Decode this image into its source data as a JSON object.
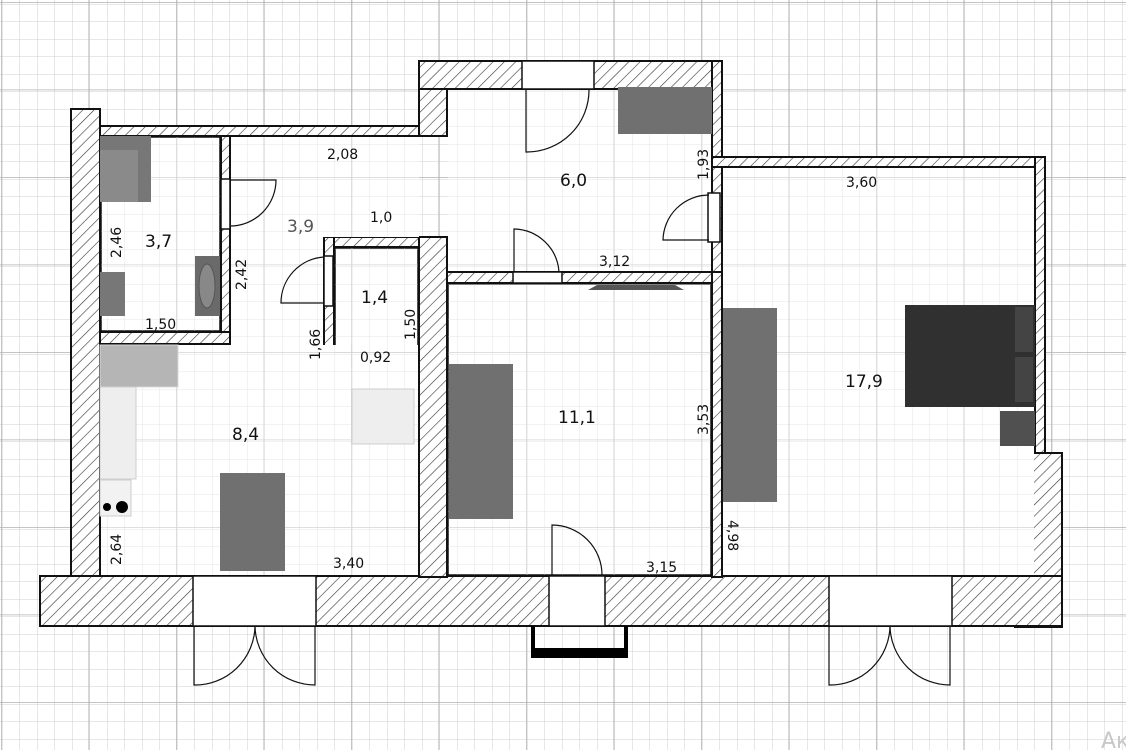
{
  "plan": {
    "type": "apartment-floor-plan",
    "units": "m / m²",
    "colors": {
      "wall_stroke": "#111111",
      "hatch": "#333333",
      "grid_minor": "#cfcfcf",
      "grid_major": "#b0b0b0",
      "furniture_dark": "#707070",
      "furniture_black": "#303030"
    },
    "rooms": [
      {
        "id": "bathroom",
        "area": "3,7",
        "dims": {
          "height": "2,46",
          "width": "1,50",
          "side": "2,42"
        }
      },
      {
        "id": "hallway",
        "area": "3,9",
        "dims": {
          "top": "2,08",
          "mid": "1,0"
        }
      },
      {
        "id": "toilet",
        "area": "1,4",
        "dims": {
          "left": "1,66",
          "right": "1,50",
          "bottom": "0,92"
        }
      },
      {
        "id": "corridor",
        "area": "6,0",
        "dims": {
          "side": "1,93",
          "bottom": "3,12"
        }
      },
      {
        "id": "kitchen",
        "area": "8,4",
        "dims": {
          "side": "2,64",
          "bottom": "3,40"
        }
      },
      {
        "id": "living-room",
        "area": "11,1",
        "dims": {
          "side": "3,53",
          "bottom": "3,15"
        }
      },
      {
        "id": "bedroom",
        "area": "17,9",
        "dims": {
          "top": "3,60",
          "side": "4,98"
        }
      }
    ]
  },
  "labels": {
    "bathroom_area": "3,7",
    "bathroom_h": "2,46",
    "bathroom_w": "1,50",
    "bathroom_side": "2,42",
    "hallway_area": "3,9",
    "hallway_top": "2,08",
    "hallway_mid": "1,0",
    "toilet_area": "1,4",
    "toilet_left": "1,66",
    "toilet_right": "1,50",
    "toilet_bottom": "0,92",
    "corridor_area": "6,0",
    "corridor_side": "1,93",
    "corridor_bottom": "3,12",
    "kitchen_area": "8,4",
    "kitchen_side": "2,64",
    "kitchen_bottom": "3,40",
    "living_area": "11,1",
    "living_side": "3,53",
    "living_bottom": "3,15",
    "bedroom_area": "17,9",
    "bedroom_top": "3,60",
    "bedroom_side": "4,98"
  },
  "watermark": "Ак"
}
